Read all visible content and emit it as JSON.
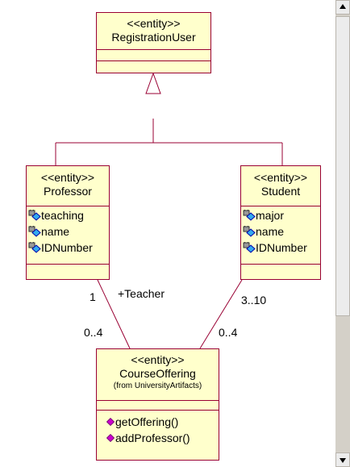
{
  "diagram": {
    "registration_user": {
      "stereotype": "<<entity>>",
      "name": "RegistrationUser"
    },
    "professor": {
      "stereotype": "<<entity>>",
      "name": "Professor",
      "attributes": [
        "teaching",
        "name",
        "IDNumber"
      ]
    },
    "student": {
      "stereotype": "<<entity>>",
      "name": "Student",
      "attributes": [
        "major",
        "name",
        "IDNumber"
      ]
    },
    "course_offering": {
      "stereotype": "<<entity>>",
      "name": "CourseOffering",
      "package_note": "(from UniversityArtifacts)",
      "operations": [
        "getOffering()",
        "addProfessor()"
      ]
    },
    "associations": {
      "professor_course": {
        "role": "+Teacher",
        "multiplicity_professor_end": "1",
        "multiplicity_course_end": "0..4"
      },
      "student_course": {
        "multiplicity_student_end": "3..10",
        "multiplicity_course_end": "0..4"
      }
    },
    "colors": {
      "class_fill": "#ffffcc",
      "class_border": "#990033",
      "line": "#990033",
      "attribute_icon_fill": "#33aaee",
      "operation_icon_fill": "#cc00cc"
    },
    "icons": {
      "attribute": "private-attribute-icon",
      "operation": "public-operation-icon"
    }
  }
}
